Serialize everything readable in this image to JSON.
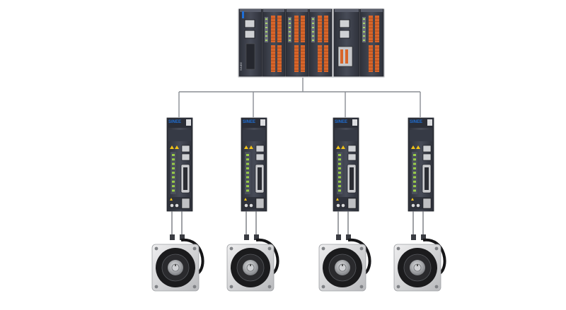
{
  "plc": {
    "brand_mark": "SINEE"
  },
  "drives": [
    {
      "brand": "SINEE"
    },
    {
      "brand": "SINEE"
    },
    {
      "brand": "SINEE"
    },
    {
      "brand": "SINEE"
    }
  ],
  "colors": {
    "module_body": "#3f4350",
    "module_dark": "#2b2e37",
    "terminal_orange": "#d8652a",
    "brand_blue": "#1f6fd6",
    "wire": "#8a8d93",
    "motor_flange": "#d9dadc",
    "motor_face": "#1b1b1d",
    "motor_shaft": "#a7a9ad"
  },
  "icons": {
    "plc": "plc-controller-icon",
    "drive": "servo-drive-icon",
    "motor": "servo-motor-icon"
  }
}
